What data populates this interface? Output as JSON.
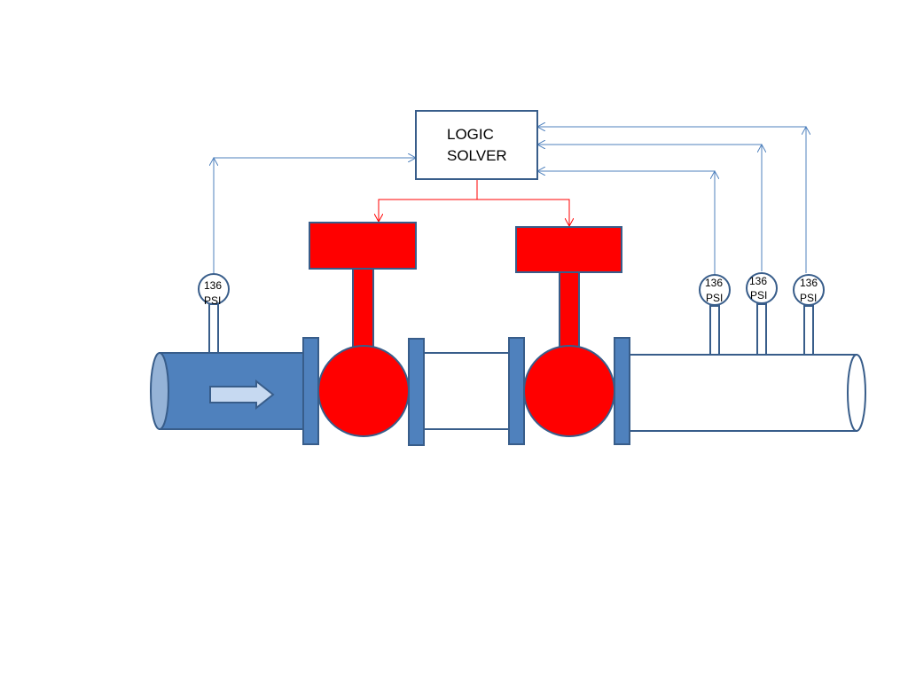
{
  "colors": {
    "pipe_blue": "#4f81bd",
    "pipe_outline": "#385d8a",
    "valve_red": "#ff0000",
    "signal_blue": "#4f81bd",
    "signal_red": "#ff0000"
  },
  "logic_solver": {
    "line1": "LOGIC",
    "line2": "SOLVER"
  },
  "gauges": [
    {
      "value": "136",
      "unit": "PSI"
    },
    {
      "value": "136",
      "unit": "PSI"
    },
    {
      "value": "136",
      "unit": "PSI"
    },
    {
      "value": "136",
      "unit": "PSI"
    }
  ],
  "icons": {
    "flow_arrow": "flow-direction-arrow-icon"
  }
}
